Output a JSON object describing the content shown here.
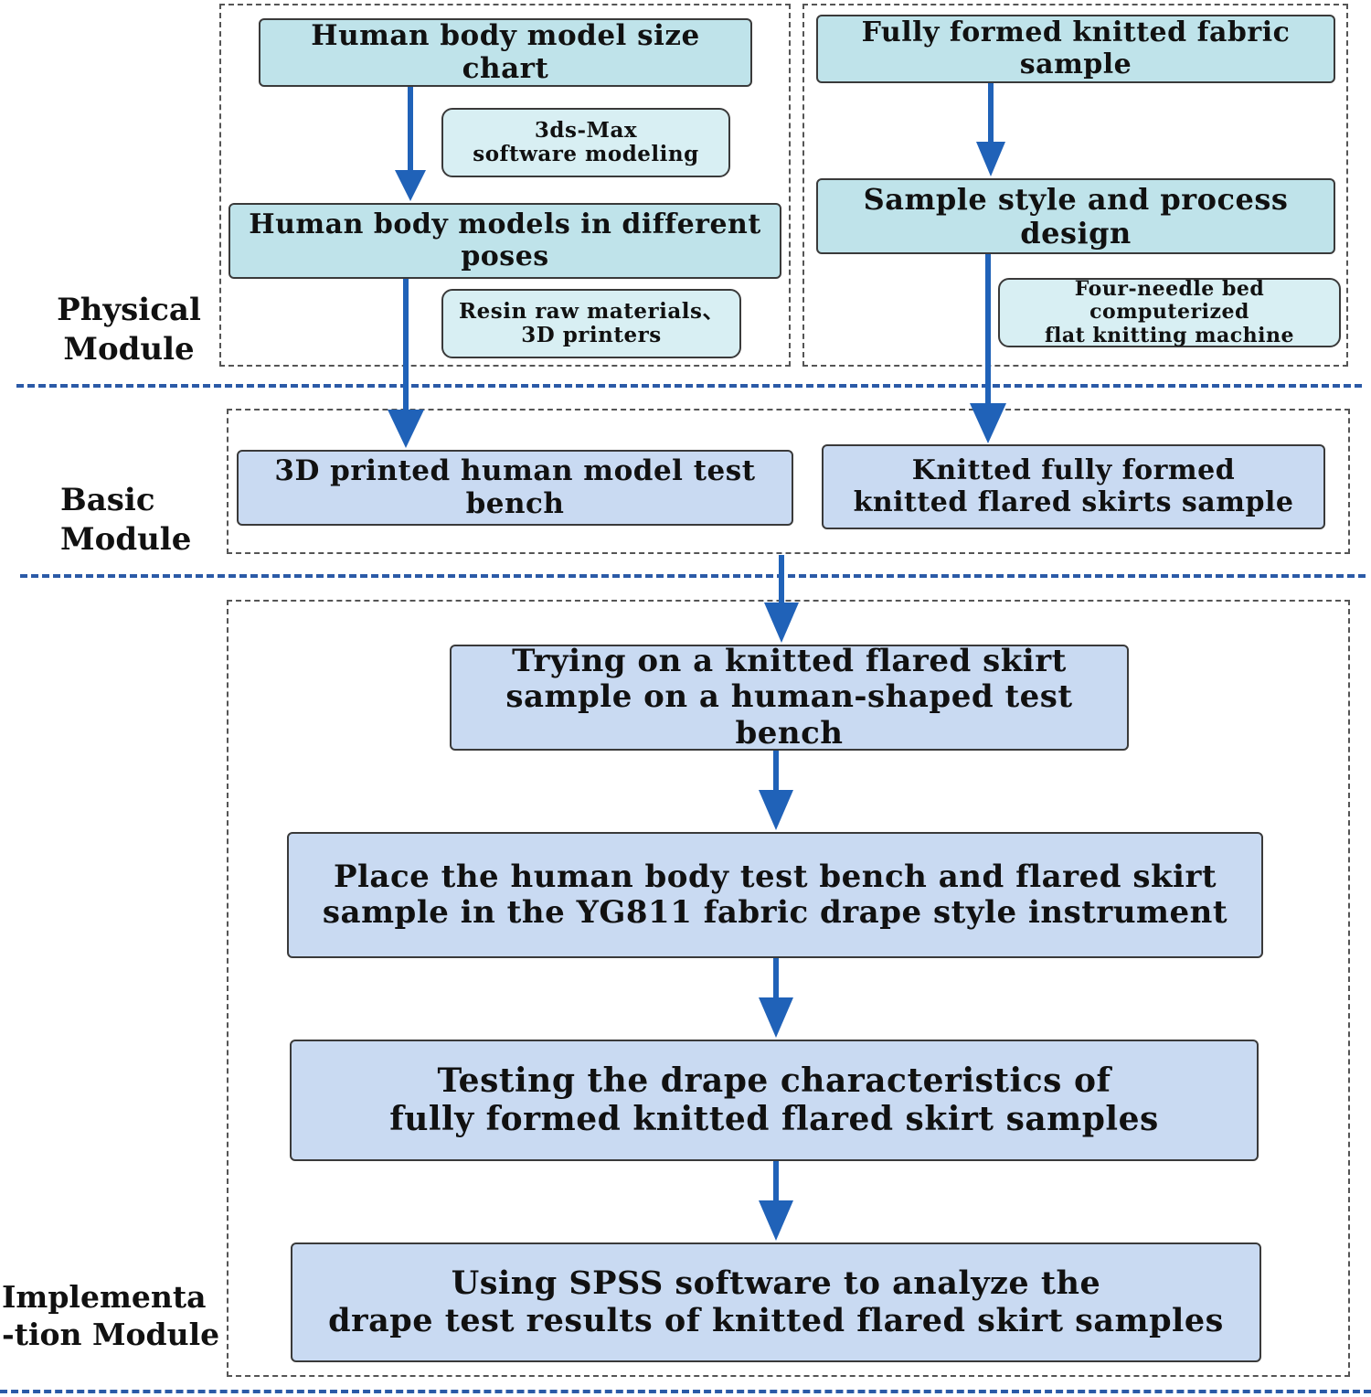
{
  "colors": {
    "arrow": "#2062b8",
    "separator": "#2b5aa7",
    "box_teal": "#bfe3ea",
    "box_teal_light": "#d8eff3",
    "box_blue": "#c9daf2"
  },
  "modules": {
    "physical": "Physical\nModule",
    "basic": "Basic\nModule",
    "implementation": "Implementa\n-tion Module"
  },
  "physical": {
    "size_chart": "Human body model size chart",
    "modeling_note": "3ds-Max\nsoftware modeling",
    "body_models": "Human body models in different poses",
    "printing_note": "Resin raw materials、\n3D printers",
    "fabric_sample": "Fully formed knitted fabric sample",
    "style_design": "Sample style and process design",
    "machine_note": "Four-needle bed computerized\nflat knitting machine"
  },
  "basic": {
    "test_bench": "3D printed human model test bench",
    "skirt_sample": "Knitted fully formed\nknitted flared skirts sample"
  },
  "implementation": {
    "step1": "Trying on a knitted flared skirt\nsample on a human-shaped test bench",
    "step2": "Place the human body test bench and flared skirt\nsample in the YG811 fabric drape style instrument",
    "step3": "Testing the drape characteristics of\nfully formed knitted flared skirt samples",
    "step4": "Using SPSS software to analyze the\ndrape test results of knitted flared skirt samples"
  }
}
